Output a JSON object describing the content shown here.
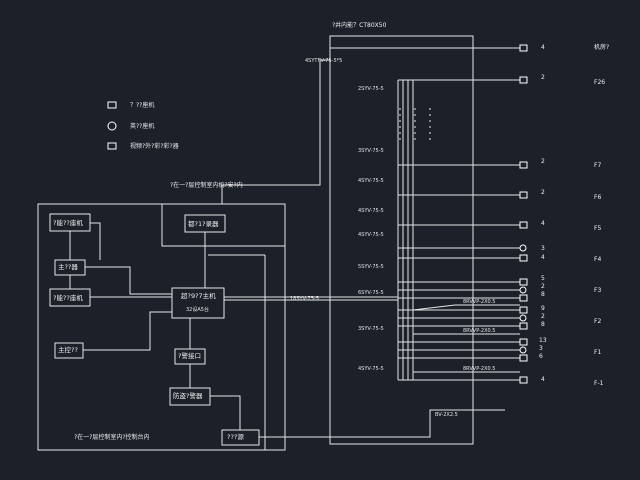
{
  "shaft_title": "?井内能？CT80X50",
  "riser_cable": "4SYTFV-75-5*5",
  "legend": [
    {
      "icon": "tv-outlet-icon",
      "label": "？??座机"
    },
    {
      "icon": "phone-outlet-icon",
      "label": "英??座机"
    },
    {
      "icon": "camera-outlet-icon",
      "label": "视频?外?彩?彩?器"
    }
  ],
  "control_room_note": "?在一?层控制室内机?安?内",
  "control_room_bottom_note": "?在一?层控制室内?控制台内",
  "devices": {
    "source1": "?能??座机",
    "amplifier": "主??器",
    "source2": "?能??座机",
    "host": "超?9?7主机",
    "host_sub": "32设A5台",
    "host_top": "都?1?录器",
    "keyboard": "主控??",
    "decoder": "?警接口",
    "monitor": "防盗?警器",
    "power": "???源"
  },
  "trunk_cable": "18SYV-75-5",
  "ground_cable": "BV-2X2.5",
  "branches": [
    {
      "cable": "2SYV-75-5",
      "floor": "F26",
      "count": "2",
      "outlets": [
        2
      ]
    },
    {
      "cable": "3SYV-75-5",
      "floor": "F7",
      "count": "2",
      "outlets": [
        2
      ]
    },
    {
      "cable": "4SYV-75-5",
      "floor": "F6",
      "count": "2",
      "outlets": [
        2
      ]
    },
    {
      "cable": "4SYV-75-5",
      "floor": "F5",
      "count": "4",
      "outlets": [
        4
      ]
    },
    {
      "cable": "4SYV-75-5",
      "floor": "F4",
      "count": "3 4",
      "outlets": [
        3,
        4
      ]
    },
    {
      "cable": "5SYV-75-5",
      "floor": "F3",
      "count": "5 2 8",
      "outlets": [
        5,
        2,
        8
      ]
    },
    {
      "cable": "6SYV-75-5",
      "floor": "F2",
      "count": "9 2 8",
      "outlets": [
        9,
        2,
        8
      ]
    },
    {
      "cable": "3SYV-75-5",
      "floor": "F1",
      "count": "13 3 6",
      "outlets": [
        13,
        3,
        6
      ]
    },
    {
      "cable": "4SYV-75-5",
      "floor": "F-1",
      "count": "4",
      "outlets": [
        4
      ]
    }
  ],
  "rvvp": [
    "8RVVP-2X0.5",
    "8RVVP-2X0.5",
    "8RVVP-2X0.5"
  ],
  "top_floor_label": "机房?",
  "top_count": "4"
}
